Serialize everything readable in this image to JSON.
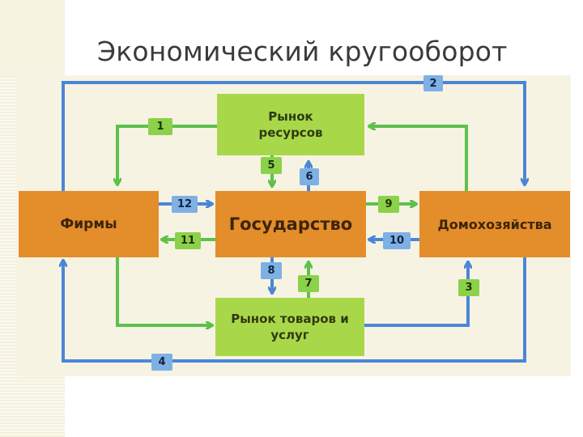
{
  "title": "Экономический кругооборот",
  "nodes": {
    "resource_market": "Рынок ресурсов",
    "firms": "Фирмы",
    "state": "Государство",
    "households": "Домохозяйства",
    "goods_market": "Рынок товаров и услуг"
  },
  "flow_labels": {
    "f1": "1",
    "f2": "2",
    "f3": "3",
    "f4": "4",
    "f5": "5",
    "f6": "6",
    "f7": "7",
    "f8": "8",
    "f9": "9",
    "f10": "10",
    "f11": "11",
    "f12": "12"
  },
  "colors": {
    "green_box": "#a8d84a",
    "orange_box": "#e48d2b",
    "green_arrow": "#5cc24a",
    "blue_arrow": "#4a86d6"
  }
}
